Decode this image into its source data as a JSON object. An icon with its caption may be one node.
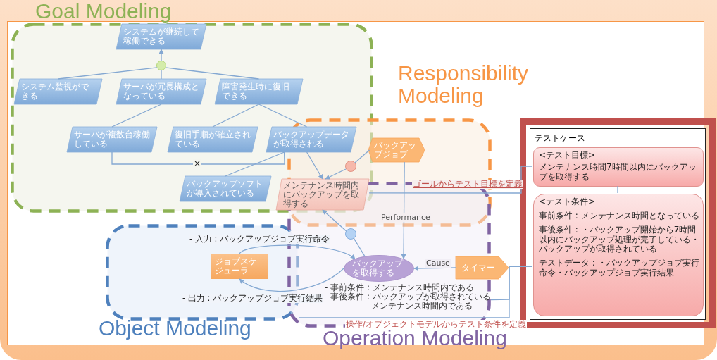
{
  "diagram": {
    "nodes": [
      {
        "text": [
          "Goal Modeling"
        ]
      },
      {
        "text": [
          "Responsibility Modeling"
        ]
      },
      {
        "text": [
          "Object Modeling"
        ]
      },
      {
        "text": [
          "Operation Modeling"
        ]
      },
      {
        "text": [
          "システムが継続して稼働できる"
        ],
        "in": 0
      },
      {
        "text": [],
        "shape": "circle",
        "in": 0
      },
      {
        "text": [
          "システム監視ができる"
        ],
        "in": 0
      },
      {
        "text": [
          "サーバが冗長構成となっている"
        ],
        "in": 0
      },
      {
        "text": [
          "障害発生時に復旧できる"
        ],
        "in": 0
      },
      {
        "text": [
          "サーバが複数台稼働している"
        ],
        "in": 0
      },
      {
        "text": [
          "復旧手順が確立されている"
        ],
        "in": 0
      },
      {
        "text": [
          "バックアップデータが取得される"
        ],
        "in": 0
      },
      {
        "text": [
          "バックアップソフトが導入されている"
        ],
        "in": 0
      },
      {
        "text": [
          "メンテナンス時間内にバックアップを取得する"
        ],
        "in": 0
      },
      {
        "text": [],
        "shape": "circle"
      },
      {
        "text": [
          "バックアップジョブ"
        ],
        "in": 1
      },
      {
        "text": [],
        "shape": "circle",
        "in": 3
      },
      {
        "text": [
          "バックアップを取得する"
        ],
        "in": 3,
        "beside": [
          "- 事前条件 : メンテナンス時間内である",
          "- 事後条件 : バックアップが取得されているメンテナンス時間内である"
        ]
      },
      {
        "text": [
          "タイマー"
        ]
      },
      {
        "text": [
          "ジョブスケジューラ"
        ],
        "in": 2
      },
      {
        "text": [
          "テストケース"
        ]
      },
      {
        "text": [
          "<テスト目標>",
          "メンテナンス時間7時間以内にバックアップを取得する"
        ],
        "in": 20
      },
      {
        "text": [
          "<テスト条件>",
          "事前条件 : メンテナンス時間となっている",
          "事後条件 : ・バックアップ開始から7時間以内にバックアップ処理が完了している・バックアップが取得されている",
          "テストデータ : ・バックアップジョブ実行命令・バックアップジョブ実行結果"
        ],
        "in": 20
      }
    ],
    "edges": [
      {
        "from": 5,
        "to": 4,
        "arrow": "to"
      },
      {
        "from": 6,
        "to": 5,
        "arrow": "none"
      },
      {
        "from": 7,
        "to": 5,
        "arrow": "none"
      },
      {
        "from": 8,
        "to": 5,
        "arrow": "none"
      },
      {
        "from": 9,
        "to": 7,
        "arrow": "none"
      },
      {
        "from": 10,
        "to": 8,
        "arrow": "none"
      },
      {
        "from": 11,
        "to": 8,
        "arrow": "none"
      },
      {
        "from": 9,
        "to": 11,
        "arrow": "none",
        "label": "×"
      },
      {
        "from": 12,
        "to": 11,
        "arrow": "none"
      },
      {
        "from": 11,
        "to": 13,
        "arrow": "to"
      },
      {
        "from": 14,
        "to": 13,
        "arrow": "to"
      },
      {
        "from": 15,
        "to": 14,
        "arrow": "none"
      },
      {
        "from": 16,
        "to": 13,
        "arrow": "to"
      },
      {
        "from": 17,
        "to": 16,
        "arrow": "none"
      },
      {
        "from": 15,
        "to": 17,
        "arrow": "to",
        "label": "Performance"
      },
      {
        "from": 18,
        "to": 17,
        "arrow": "to",
        "label": "Cause"
      },
      {
        "from": 19,
        "to": 17,
        "arrow": "to",
        "label": "- 入力 : バックアップジョブ実行命令"
      },
      {
        "from": 17,
        "to": 19,
        "arrow": "to",
        "label": "- 出力 : バックアップジョブ実行結果"
      },
      {
        "from": 13,
        "to": 21,
        "arrow": "none",
        "label": "ゴールからテスト目標を定義"
      },
      {
        "from": 21,
        "to": 22,
        "arrow": "none"
      },
      {
        "from": 2,
        "to": 22,
        "arrow": "none",
        "label": "操作/オブジェクトモデルからテスト条件を定義"
      },
      {
        "from": 3,
        "to": 22,
        "arrow": "none"
      }
    ]
  }
}
